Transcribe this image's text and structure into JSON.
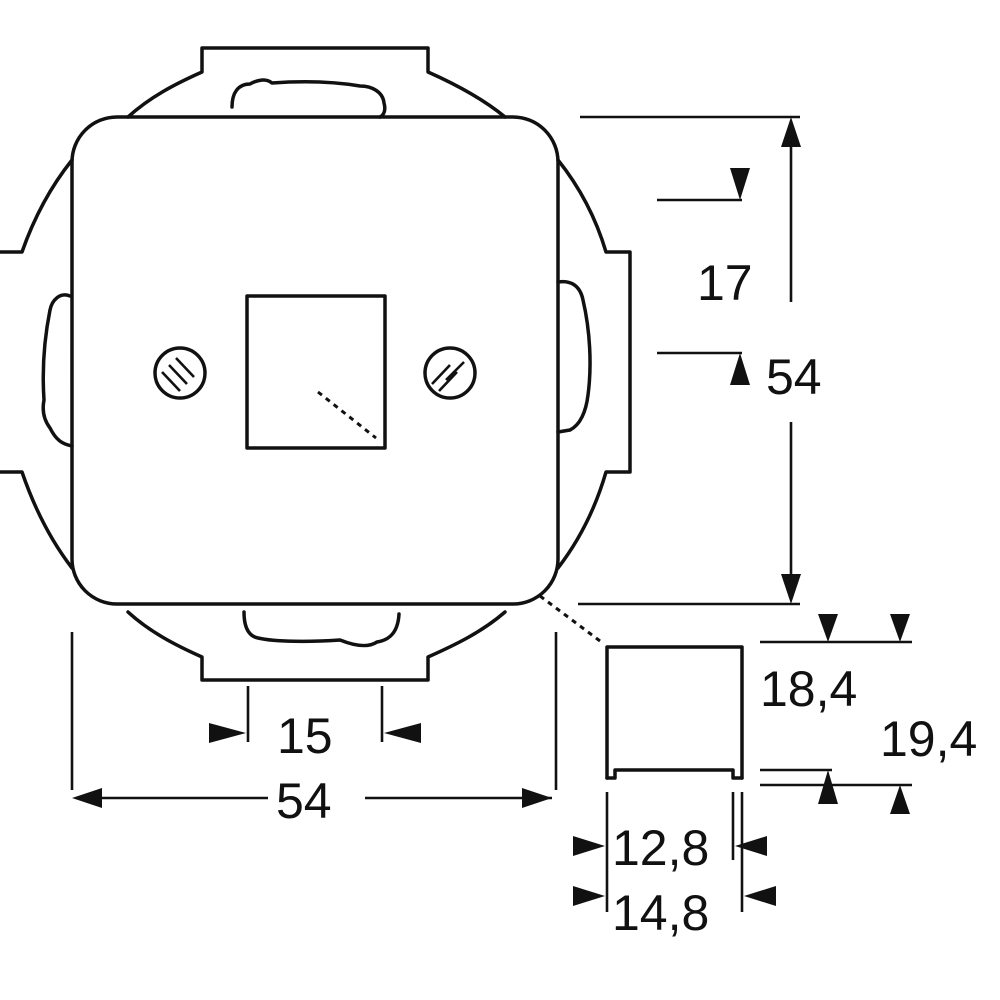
{
  "dimensions": {
    "top_offset": "17",
    "height": "54",
    "width": "54",
    "clip_spacing": "15",
    "insert_inner_height": "18,4",
    "insert_outer_height": "19,4",
    "insert_inner_width": "12,8",
    "insert_outer_width": "14,8"
  }
}
